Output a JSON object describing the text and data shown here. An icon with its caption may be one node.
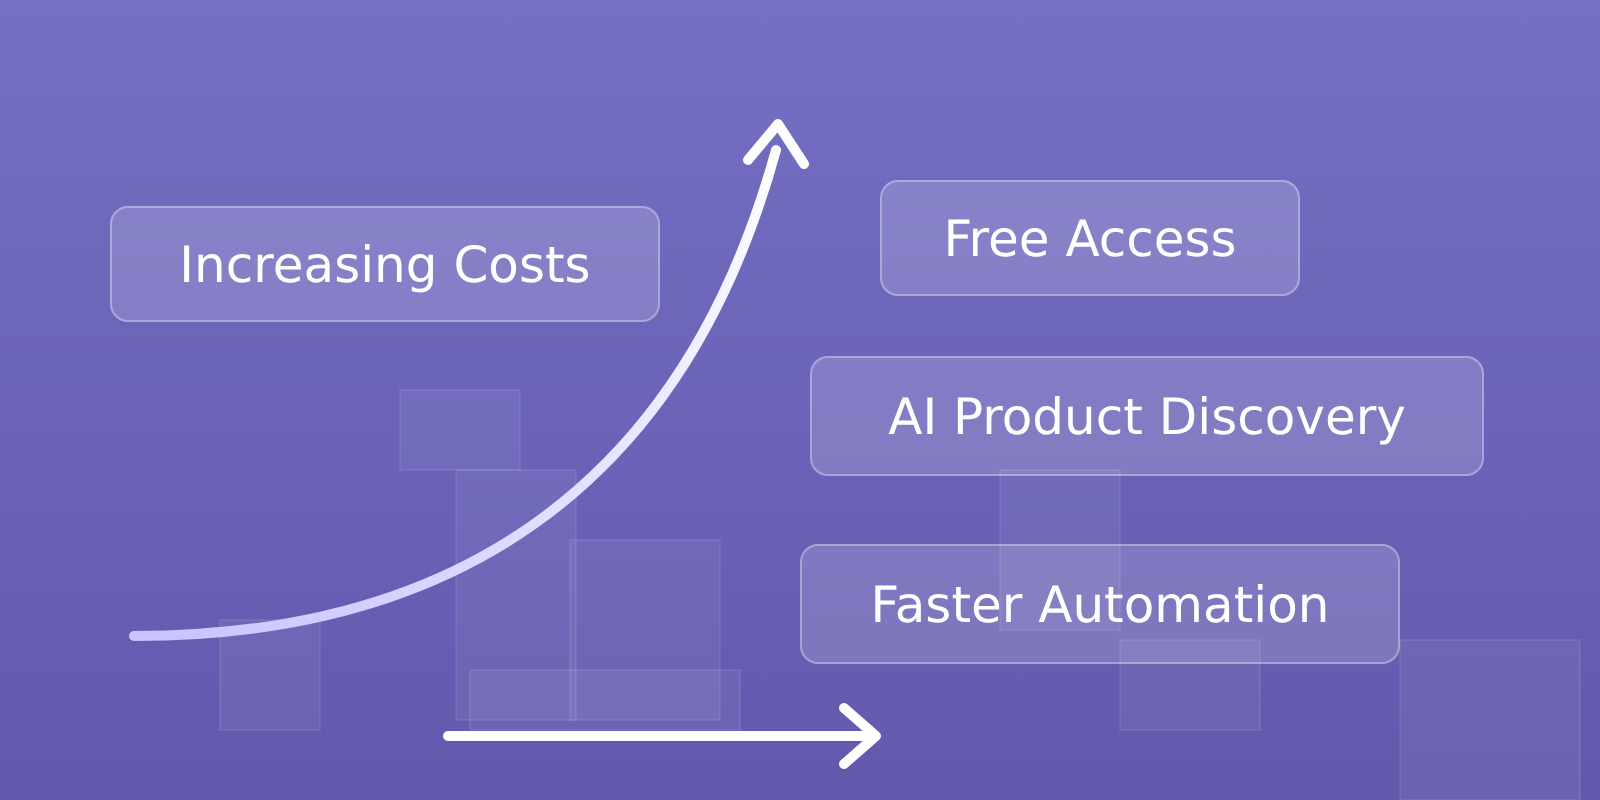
{
  "diagram": {
    "nodes": [
      {
        "text": [
          "Increasing Costs"
        ]
      },
      {
        "text": [
          "Free Access"
        ]
      },
      {
        "text": [
          "AI Product Discovery"
        ]
      },
      {
        "text": [
          "Faster Automation"
        ]
      }
    ]
  }
}
